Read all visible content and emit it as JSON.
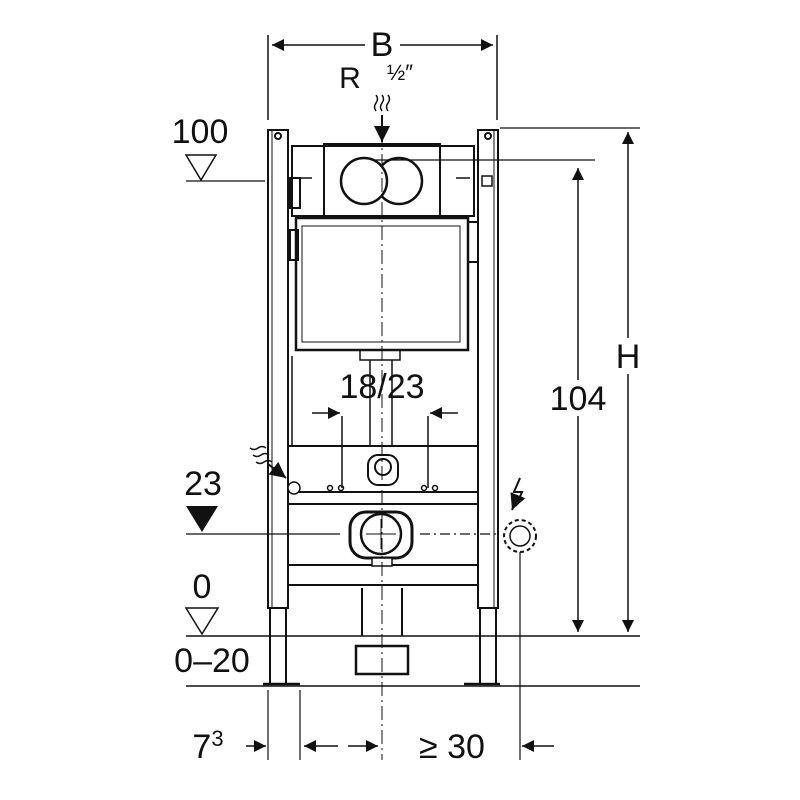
{
  "labels": {
    "width": "B",
    "connection_r": "R",
    "connection_frac": "½″",
    "top_level": "100",
    "height_104": "104",
    "height_h": "H",
    "spacing": "18/23",
    "drain_level": "23",
    "floor_zero": "0",
    "floor_range": "0–20",
    "left_offset_base": "7",
    "left_offset_sup": "3",
    "right_offset": "≥ 30"
  },
  "colors": {
    "line": "#111111",
    "background": "#ffffff"
  },
  "icons": {
    "water_supply": "water-wave-icon",
    "electric": "lightning-icon",
    "level_marker": "triangle-level-icon"
  }
}
